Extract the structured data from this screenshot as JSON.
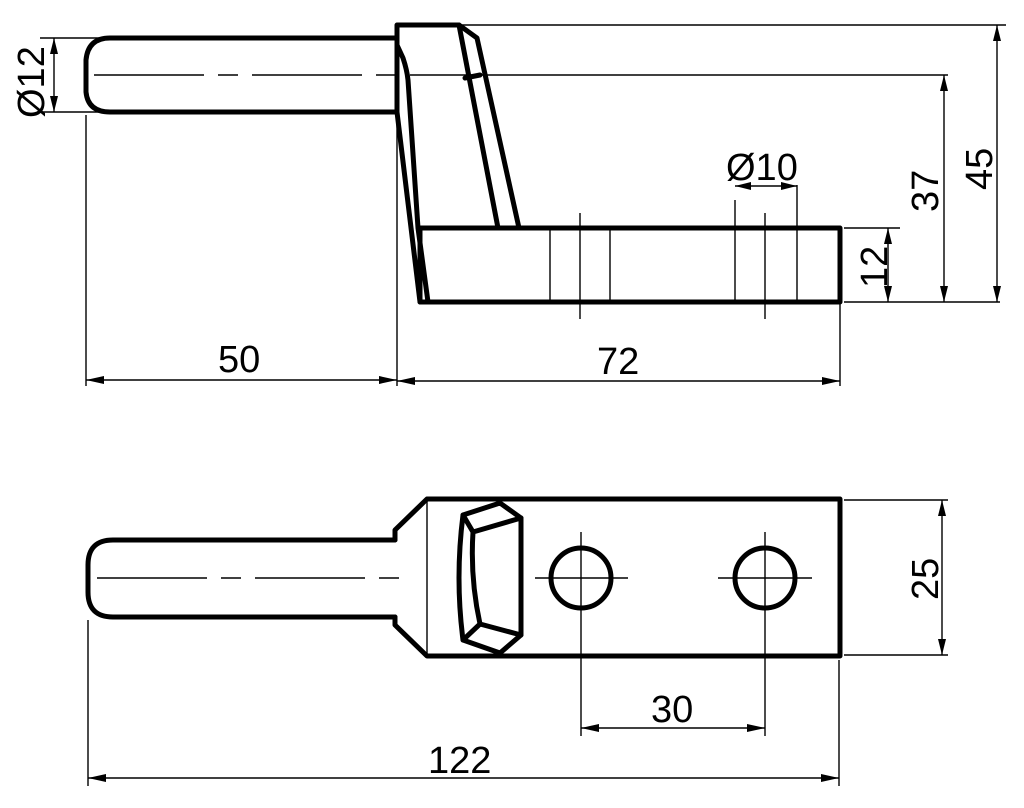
{
  "drawing": {
    "type": "technical-drawing",
    "views": [
      "front-view",
      "top-view"
    ],
    "line_color": "#000000",
    "background": "#ffffff"
  },
  "dimensions": {
    "pin_diameter": "Ø12",
    "hole_diameter": "Ø10",
    "pin_length": "50",
    "base_length": "72",
    "base_thickness": "12",
    "pin_axis_height": "37",
    "overall_height": "45",
    "width": "25",
    "hole_spacing": "30",
    "overall_length": "122"
  }
}
